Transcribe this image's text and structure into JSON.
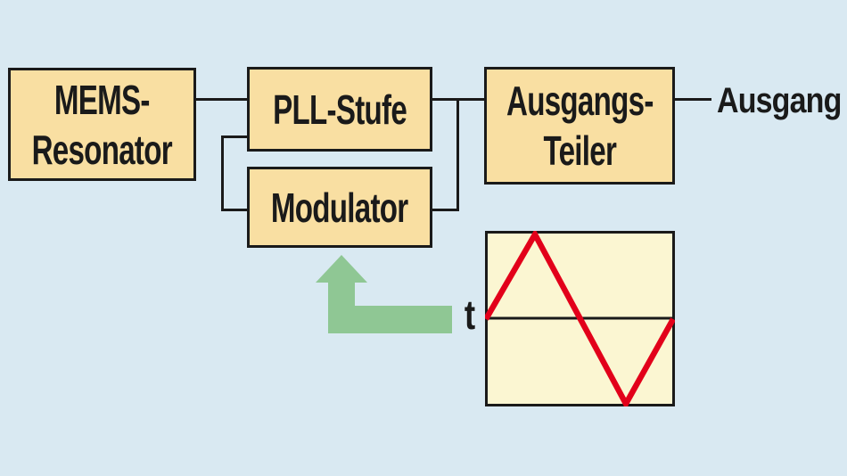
{
  "colors": {
    "background": "#D9E9F2",
    "block_fill": "#F9DFA2",
    "signal_box_fill": "#FBF6D2",
    "line_and_text": "#1A1A1A",
    "waveform_red": "#E2001A",
    "arrow_green": "#8FC794"
  },
  "diagram": {
    "blocks": {
      "mems": {
        "line1": "MEMS-",
        "line2": "Resonator"
      },
      "pll": {
        "label": "PLL-Stufe"
      },
      "modulator": {
        "label": "Modulator"
      },
      "divider": {
        "line1": "Ausgangs-",
        "line2": "Teiler"
      }
    },
    "output_label": "Ausgang",
    "waveform_inset": {
      "axis_label": "t",
      "shape": "triangle-wave",
      "description": "one period of a red triangle wave crossing a horizontal time axis: starts on axis at left edge, peaks at top, troughs at bottom, returns to axis at right edge"
    }
  }
}
